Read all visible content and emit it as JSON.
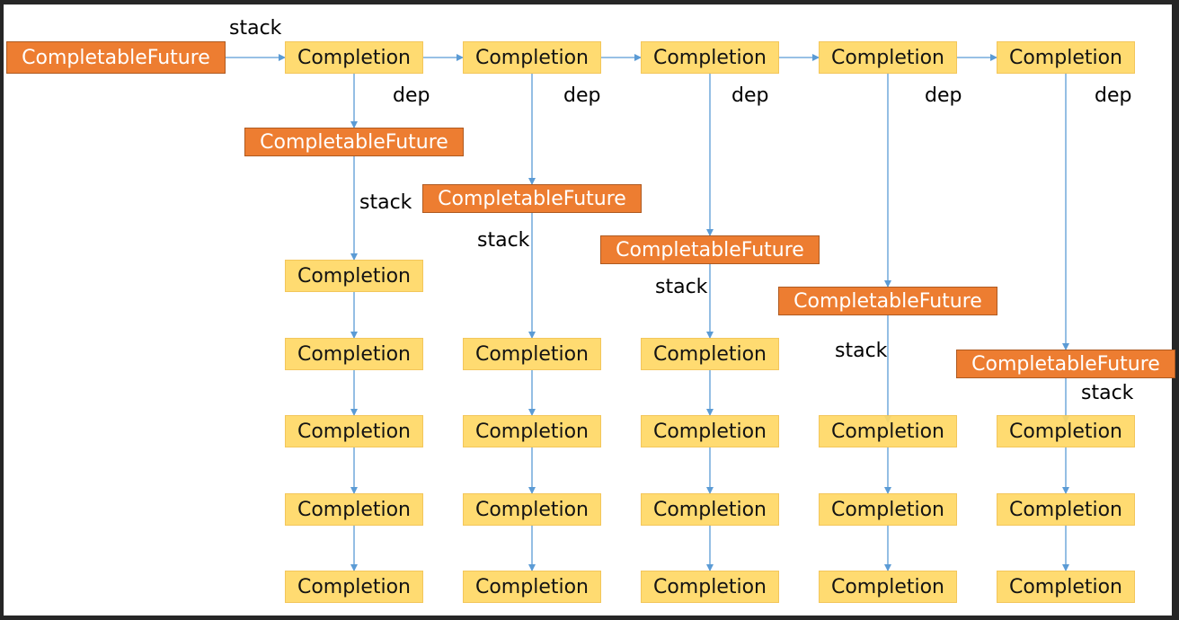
{
  "labels": {
    "completable_future": "CompletableFuture",
    "completion": "Completion",
    "stack": "stack",
    "dep": "dep"
  },
  "colors": {
    "future_fill": "#ED7D31",
    "completion_fill": "#FFD966",
    "arrow": "#5B9BD5"
  },
  "diagram": {
    "root": {
      "label": "CompletableFuture",
      "edge_label": "stack"
    },
    "top_chain_edge_label": "none",
    "columns": [
      {
        "head": "Completion",
        "dep_label": "dep",
        "future": "CompletableFuture",
        "stack_label": "stack",
        "stack": [
          "Completion",
          "Completion",
          "Completion",
          "Completion",
          "Completion"
        ]
      },
      {
        "head": "Completion",
        "dep_label": "dep",
        "future": "CompletableFuture",
        "stack_label": "stack",
        "stack": [
          "Completion",
          "Completion",
          "Completion",
          "Completion"
        ]
      },
      {
        "head": "Completion",
        "dep_label": "dep",
        "future": "CompletableFuture",
        "stack_label": "stack",
        "stack": [
          "Completion",
          "Completion",
          "Completion",
          "Completion"
        ]
      },
      {
        "head": "Completion",
        "dep_label": "dep",
        "future": "CompletableFuture",
        "stack_label": "stack",
        "stack": [
          "Completion",
          "Completion",
          "Completion"
        ]
      },
      {
        "head": "Completion",
        "dep_label": "dep",
        "future": "CompletableFuture",
        "stack_label": "stack",
        "stack": [
          "Completion",
          "Completion",
          "Completion"
        ]
      }
    ]
  }
}
